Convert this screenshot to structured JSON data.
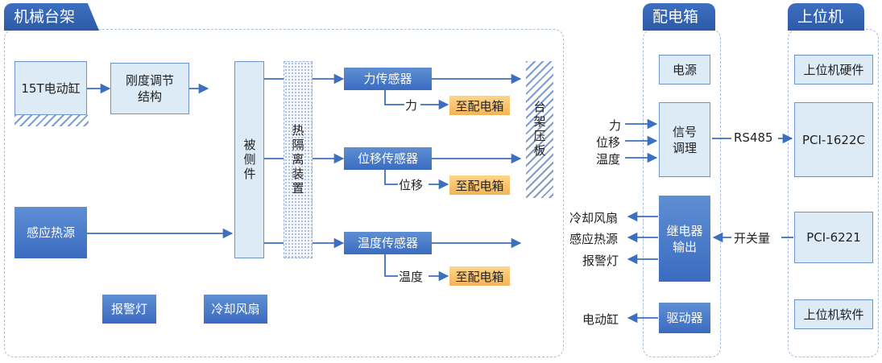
{
  "sections": {
    "gantry": {
      "title": "机械台架"
    },
    "cabinet": {
      "title": "配电箱"
    },
    "host": {
      "title": "上位机"
    }
  },
  "gantry": {
    "cylinder": "15T电动缸",
    "stiffness": "刚度调节\n结构",
    "heat_source": "感应热源",
    "test_part": "被侧件",
    "insulation": "热隔离装置",
    "force_sensor": "力传感器",
    "disp_sensor": "位移传感器",
    "temp_sensor": "温度传感器",
    "platen": "台架压板",
    "force_label": "力",
    "disp_label": "位移",
    "temp_label": "温度",
    "to_cabinet": "至配电箱",
    "alarm_lamp": "报警灯",
    "cooling_fan": "冷却风扇"
  },
  "cabinet": {
    "power": "电源",
    "conditioning": "信号\n调理",
    "in_force": "力",
    "in_disp": "位移",
    "in_temp": "温度",
    "relay": "继电器\n输出",
    "out_fan": "冷却风扇",
    "out_heat": "感应热源",
    "out_alarm": "报警灯",
    "driver": "驱动器",
    "out_cylinder": "电动缸"
  },
  "host": {
    "hardware": "上位机硬件",
    "pci1622": "PCI-1622C",
    "pci6221": "PCI-6221",
    "software": "上位机软件",
    "rs485": "RS485",
    "switch": "开关量"
  }
}
